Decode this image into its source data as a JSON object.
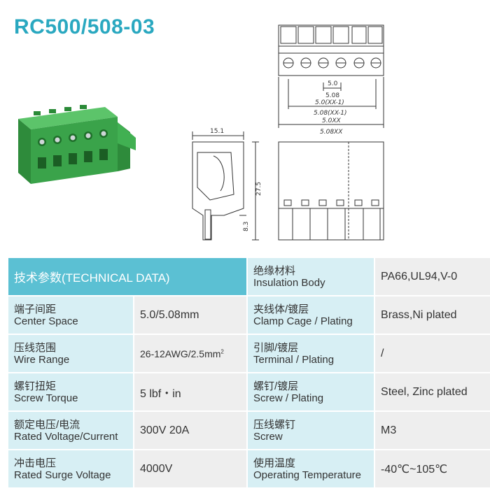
{
  "title": "RC500/508-03",
  "dimensions": {
    "pitch": "5.0",
    "pitch_alt": "5.08",
    "span": "5.0(XX-1)",
    "span_alt": "5.08(XX-1)",
    "total": "5.0XX",
    "total_alt": "5.08XX",
    "depth": "15.1",
    "height": "27.5",
    "pin_length": "8.3"
  },
  "table": {
    "header": "技术参数(TECHNICAL DATA)",
    "insulation": {
      "cn": "绝缘材料",
      "en": "Insulation Body",
      "value": "PA66,UL94,V-0"
    },
    "left": [
      {
        "cn": "端子间距",
        "en": "Center Space",
        "value": "5.0/5.08mm"
      },
      {
        "cn": "压线范围",
        "en": "Wire Range",
        "value": "26-12AWG/2.5mm",
        "sup": "2"
      },
      {
        "cn": "螺钉扭矩",
        "en": "Screw Torque",
        "value": "5 lbf・in"
      },
      {
        "cn": "额定电压/电流",
        "en": "Rated Voltage/Current",
        "value": "300V 20A"
      },
      {
        "cn": "冲击电压",
        "en": "Rated Surge Voltage",
        "value": "4000V"
      }
    ],
    "right": [
      {
        "cn": "夹线体/镀层",
        "en": "Clamp Cage / Plating",
        "value": "Brass,Ni plated"
      },
      {
        "cn": "引脚/镀层",
        "en": "Terminal / Plating",
        "value": "/"
      },
      {
        "cn": "螺钉/镀层",
        "en": "Screw / Plating",
        "value": "Steel, Zinc plated"
      },
      {
        "cn": "压线螺钉",
        "en": "Screw",
        "value": "M3"
      },
      {
        "cn": "使用温度",
        "en": "Operating Temperature",
        "value": "-40℃~105℃"
      }
    ]
  },
  "colors": {
    "accent": "#2aa8c0",
    "header_bg": "#5bc0d3",
    "label_bg": "#d7eff4",
    "value_bg": "#eeeeee",
    "product_green": "#3aa34a"
  }
}
